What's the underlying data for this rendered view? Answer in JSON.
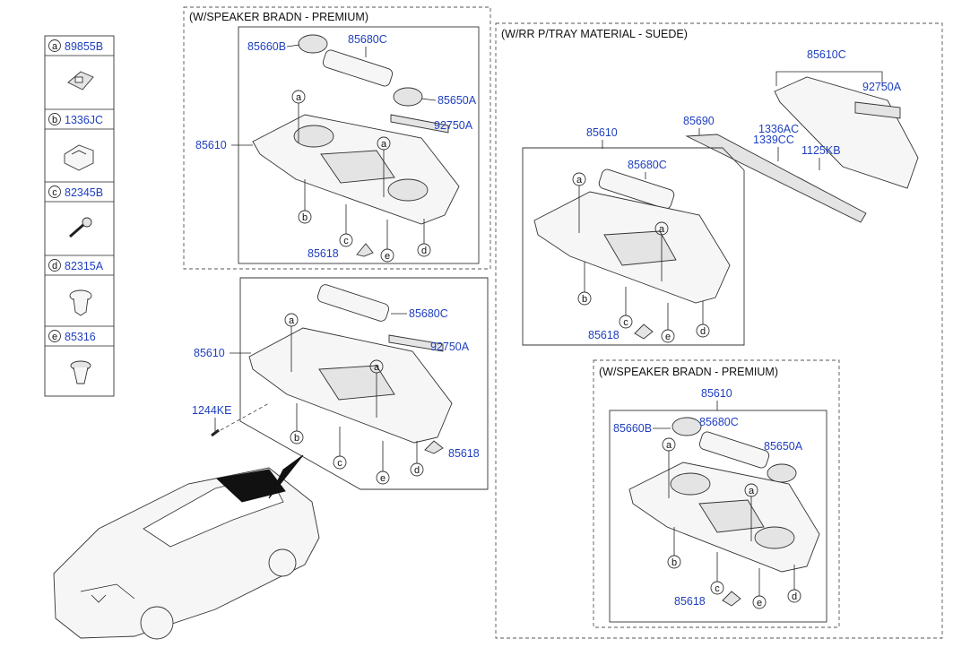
{
  "legend": {
    "items": [
      {
        "letter": "a",
        "part": "89855B"
      },
      {
        "letter": "b",
        "part": "1336JC"
      },
      {
        "letter": "c",
        "part": "82345B"
      },
      {
        "letter": "d",
        "part": "82315A"
      },
      {
        "letter": "e",
        "part": "85316"
      }
    ]
  },
  "panel_top": {
    "header": "(W/SPEAKER BRADN - PREMIUM)",
    "labels": {
      "p85660B": "85660B",
      "p85680C": "85680C",
      "p85650A": "85650A",
      "p92750A": "92750A",
      "p85610": "85610",
      "p85618": "85618"
    }
  },
  "panel_mid": {
    "labels": {
      "p85680C": "85680C",
      "p92750A": "92750A",
      "p85610": "85610",
      "p1244KE": "1244KE",
      "p85618": "85618"
    }
  },
  "panel_right": {
    "header": "(W/RR P/TRAY MATERIAL - SUEDE)",
    "labels": {
      "p85610C": "85610C",
      "p92750A": "92750A",
      "p85690": "85690",
      "p1336AC": "1336AC",
      "p1339CC": "1339CC",
      "p1125KB": "1125KB"
    }
  },
  "panel_right_inner": {
    "labels": {
      "p85610": "85610",
      "p85680C": "85680C",
      "p85618": "85618"
    }
  },
  "panel_right_bottom": {
    "header": "(W/SPEAKER BRADN - PREMIUM)",
    "labels": {
      "p85610": "85610",
      "p85660B": "85660B",
      "p85680C": "85680C",
      "p85650A": "85650A",
      "p85618": "85618"
    }
  },
  "callouts": [
    "a",
    "b",
    "c",
    "d",
    "e"
  ]
}
